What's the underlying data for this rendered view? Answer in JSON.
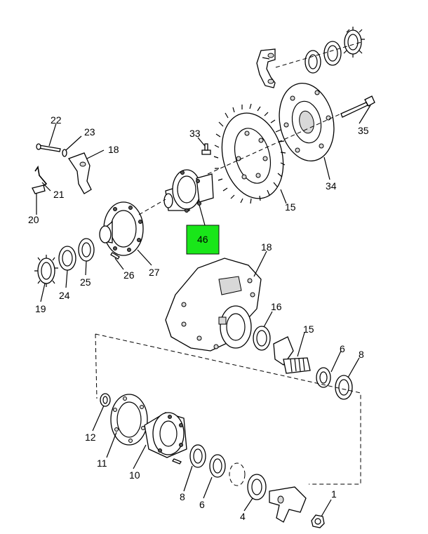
{
  "labels": {
    "p1": "1",
    "p4": "4",
    "p6a": "6",
    "p6b": "6",
    "p8a": "8",
    "p8b": "8",
    "p10": "10",
    "p11": "11",
    "p12": "12",
    "p15a": "15",
    "p15b": "15",
    "p16": "16",
    "p18a": "18",
    "p18b": "18",
    "p19": "19",
    "p20": "20",
    "p21": "21",
    "p22": "22",
    "p23": "23",
    "p24": "24",
    "p25": "25",
    "p26": "26",
    "p27": "27",
    "p33": "33",
    "p34": "34",
    "p35": "35",
    "p46": "46"
  },
  "highlight_color": "#19e619"
}
